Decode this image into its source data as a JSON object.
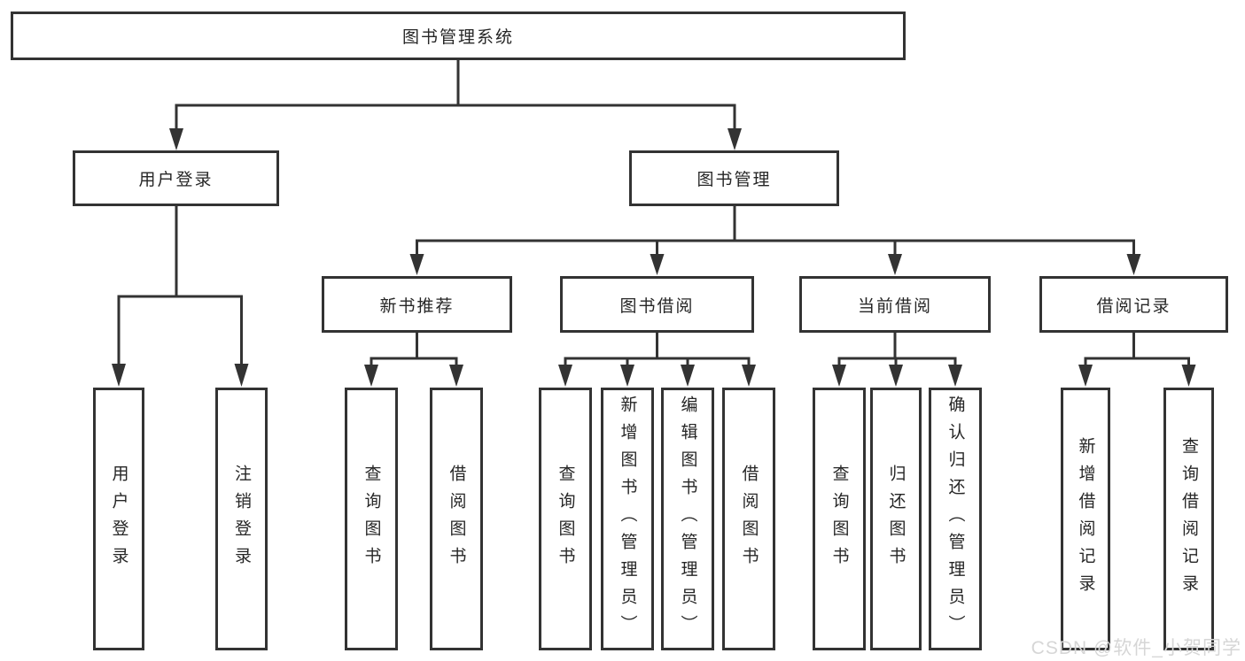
{
  "tree": {
    "root_label": "图书管理系统",
    "branches": [
      {
        "label": "用户登录",
        "children": [
          {
            "label": "用户登录"
          },
          {
            "label": "注销登录"
          }
        ]
      },
      {
        "label": "图书管理",
        "children": [
          {
            "label": "新书推荐",
            "children": [
              {
                "label": "查询图书"
              },
              {
                "label": "借阅图书"
              }
            ]
          },
          {
            "label": "图书借阅",
            "children": [
              {
                "label": "查询图书"
              },
              {
                "label": "新增图书（管理员）"
              },
              {
                "label": "编辑图书（管理员）"
              },
              {
                "label": "借阅图书"
              }
            ]
          },
          {
            "label": "当前借阅",
            "children": [
              {
                "label": "查询图书"
              },
              {
                "label": "归还图书"
              },
              {
                "label": "确认归还（管理员）"
              }
            ]
          },
          {
            "label": "借阅记录",
            "children": [
              {
                "label": "新增借阅记录"
              },
              {
                "label": "查询借阅记录"
              }
            ]
          }
        ]
      }
    ]
  },
  "watermark": {
    "text": "CSDN @软件_小贺同学"
  },
  "colors": {
    "line": "#333333",
    "text": "#262626",
    "background": "#ffffff",
    "watermark": "#d6d6d6"
  }
}
